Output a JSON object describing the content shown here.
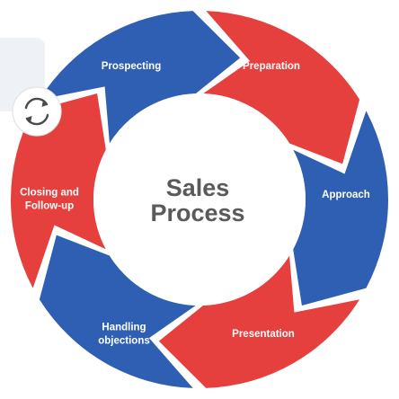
{
  "title": {
    "line1": "Sales",
    "line2": "Process"
  },
  "segments": [
    {
      "label_lines": [
        "Prospecting"
      ],
      "color": "#2f5fb3"
    },
    {
      "label_lines": [
        "Preparation"
      ],
      "color": "#e5403e"
    },
    {
      "label_lines": [
        "Approach"
      ],
      "color": "#2f5fb3"
    },
    {
      "label_lines": [
        "Presentation"
      ],
      "color": "#e5403e"
    },
    {
      "label_lines": [
        "Handling",
        "objections"
      ],
      "color": "#2f5fb3"
    },
    {
      "label_lines": [
        "Closing and",
        "Follow-up"
      ],
      "color": "#e5403e"
    }
  ],
  "cycle_icon": "refresh-cycle-icon",
  "colors": {
    "blue": "#2f5fb3",
    "red": "#e5403e",
    "title_text": "#5a5a5a",
    "panel": "#eef1f5"
  }
}
